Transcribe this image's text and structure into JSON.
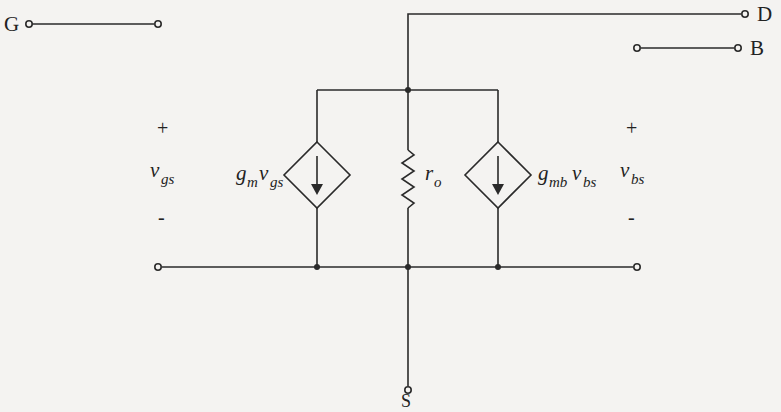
{
  "diagram": {
    "labels": [
      "G",
      "D",
      "B",
      "+",
      "v",
      "gs",
      "-",
      "g",
      "m",
      "v",
      "gs",
      "r",
      "o",
      "g",
      "mb",
      "v",
      "bs",
      "+",
      "v",
      "bs",
      "-",
      "S"
    ]
  }
}
